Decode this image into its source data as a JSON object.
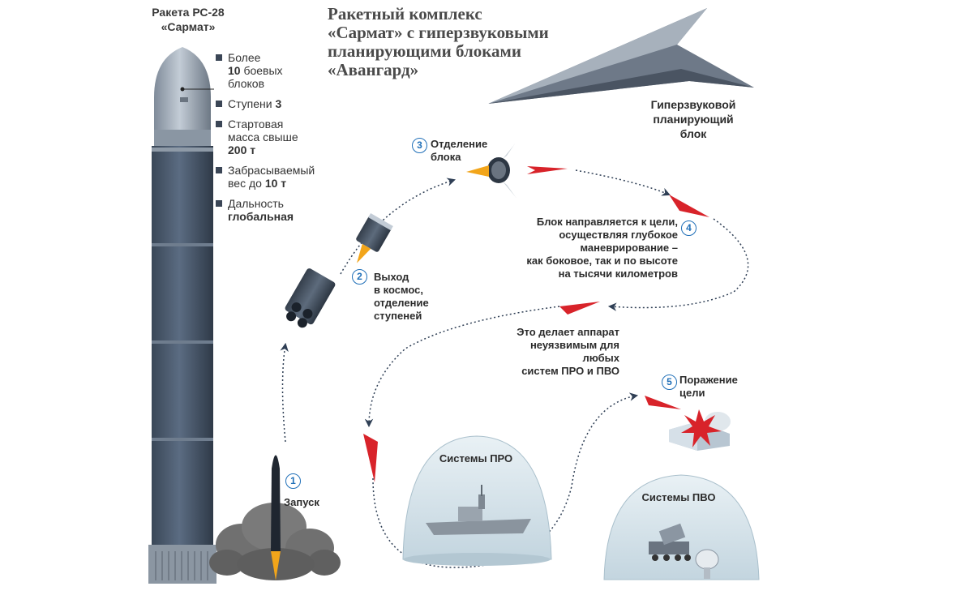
{
  "rocket": {
    "title_line1": "Ракета РС-28",
    "title_line2": "«Сармат»",
    "specs": [
      {
        "line1": "Более",
        "line2_bold": "10",
        "line2": " боевых",
        "line3": "блоков"
      },
      {
        "line1": "Ступени ",
        "line1_bold": "3"
      },
      {
        "line1": "Стартовая",
        "line2": "масса свыше",
        "line3_bold": "200 т"
      },
      {
        "line1": "Забрасываемый",
        "line2": "вес до ",
        "line2_bold": "10 т"
      },
      {
        "line1": "Дальность",
        "line2_bold": "глобальная"
      }
    ]
  },
  "title": {
    "line1": "Ракетный комплекс",
    "line2": "«Сармат» с гиперзвуковыми",
    "line3": "планирующими блоками",
    "line4": "«Авангард»"
  },
  "glide_block": {
    "line1": "Гиперзвуковой",
    "line2": "планирующий",
    "line3": "блок"
  },
  "steps": [
    {
      "number": "1",
      "line1": "Запуск"
    },
    {
      "number": "2",
      "line1": "Выход",
      "line2": "в космос,",
      "line3": "отделение",
      "line4": "ступеней"
    },
    {
      "number": "3",
      "line1": "Отделение",
      "line2": "блока"
    },
    {
      "number": "4",
      "line1": "Блок направляется к цели,",
      "line2": "осуществляя глубокое",
      "line3": "маневрирование –",
      "line4": "как боковое, так и по высоте",
      "line5": "на тысячи километров"
    },
    {
      "number": "5",
      "line1": "Поражение",
      "line2": "цели"
    }
  ],
  "note": {
    "line1": "Это делает аппарат",
    "line2": "неуязвимым для любых",
    "line3": "систем ПРО и ПВО"
  },
  "zones": {
    "pro": "Системы ПРО",
    "pvo": "Системы ПВО"
  },
  "colors": {
    "rocket_body": "#4a5a6e",
    "nose": "#9aa6b3",
    "path_line": "#2f3f55",
    "arrow_red": "#d8232a",
    "badge_blue": "#1f6fb8",
    "dome": "#cfdde6",
    "smoke": "#6a6a6a",
    "flame": "#f2a51a"
  }
}
